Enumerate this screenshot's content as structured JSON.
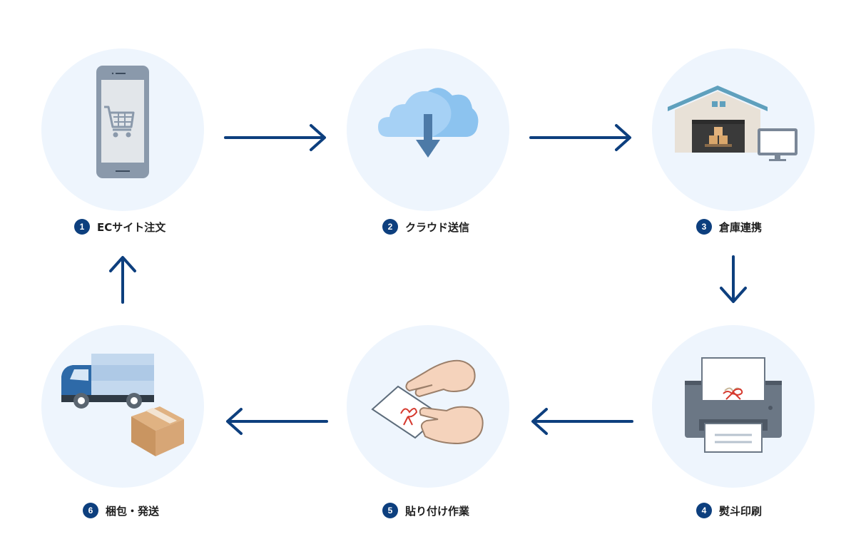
{
  "colors": {
    "arrow": "#0d3f7e",
    "circle_bg": "#eef5fd",
    "badge": "#0d3f7e"
  },
  "steps": [
    {
      "number": "1",
      "title": "ECサイト注文",
      "icon": "smartphone-cart-icon"
    },
    {
      "number": "2",
      "title": "クラウド送信",
      "icon": "cloud-download-icon"
    },
    {
      "number": "3",
      "title": "倉庫連携",
      "icon": "warehouse-monitor-icon"
    },
    {
      "number": "4",
      "title": "熨斗印刷",
      "icon": "printer-noshi-icon"
    },
    {
      "number": "5",
      "title": "貼り付け作業",
      "icon": "hands-attaching-card-icon"
    },
    {
      "number": "6",
      "title": "梱包・発送",
      "icon": "truck-box-icon"
    }
  ]
}
